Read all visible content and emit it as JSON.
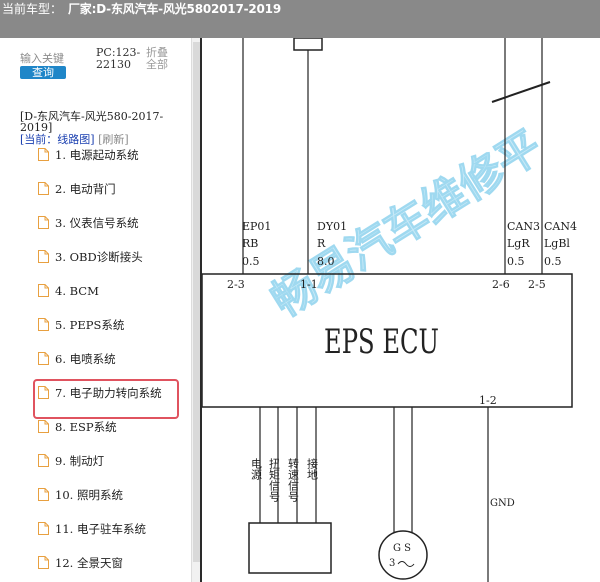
{
  "topbar": {
    "car_label": "当前车型：",
    "car_name": "厂家:D-东风汽车-风光5802017-2019"
  },
  "sidebar": {
    "search_placeholder": "输入关键",
    "query_label": "查询",
    "pc_code": "PC:123-22130",
    "collapse_label": "折叠全部",
    "car_path": "[D-东风汽车-风光580-2017-2019]",
    "current_label": "[当前：线路图]",
    "refresh_label": "[刷新]",
    "items": [
      {
        "label": "1. 电源起动系统"
      },
      {
        "label": "2. 电动背门"
      },
      {
        "label": "3. 仪表信号系统"
      },
      {
        "label": "3. OBD诊断接头"
      },
      {
        "label": "4. BCM"
      },
      {
        "label": "5. PEPS系统"
      },
      {
        "label": "6. 电喷系统"
      },
      {
        "label": "7. 电子助力转向系统"
      },
      {
        "label": "8. ESP系统"
      },
      {
        "label": "9. 制动灯"
      },
      {
        "label": "10. 照明系统"
      },
      {
        "label": "11. 电子驻车系统"
      },
      {
        "label": "12. 全景天窗"
      }
    ]
  },
  "diagram": {
    "watermark": "畅易汽车维修平",
    "ecu_title": "EPS ECU",
    "wires": [
      {
        "code": "EP01",
        "color": "RB",
        "gauge": "0.5",
        "pin": "2-3"
      },
      {
        "code": "DY01",
        "color": "R",
        "gauge": "8.0",
        "pin": "1-1"
      },
      {
        "code": "CAN3",
        "color": "LgR",
        "gauge": "0.5",
        "pin": "2-6"
      },
      {
        "code": "CAN4",
        "color": "LgBl",
        "gauge": "0.5",
        "pin": "2-5"
      }
    ],
    "pin_bottom": "1-2",
    "gnd_label": "GND",
    "sensor_labels": [
      "电源",
      "扭矩信号",
      "转速信号",
      "接地"
    ],
    "motor_label": "G S",
    "motor_number": "3"
  },
  "colors": {
    "topbar_bg": "#898989",
    "query_button": "#1f86c8",
    "current_link": "#1a3fb0",
    "highlight": "#e0535f",
    "watermark": "#8fd3ee"
  }
}
